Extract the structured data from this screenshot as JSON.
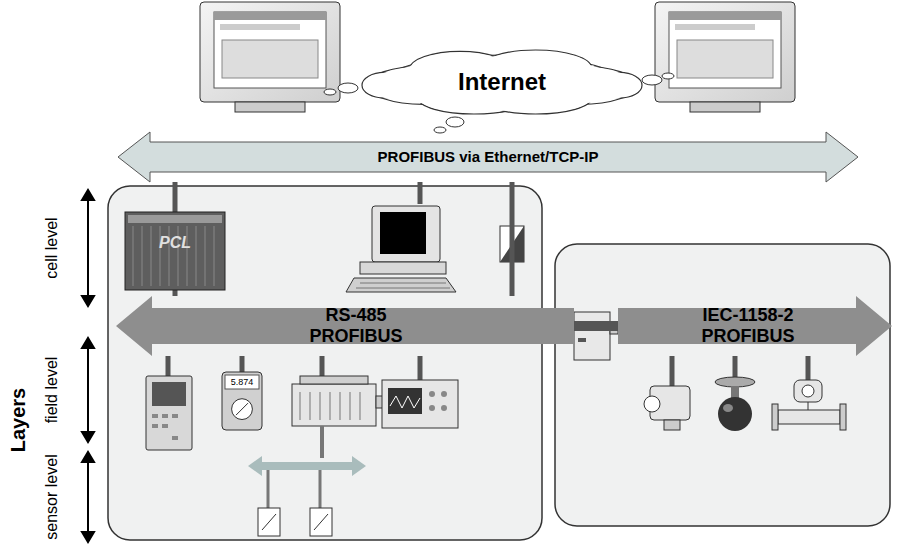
{
  "diagram": {
    "nodes": [
      {
        "text": [
          "Internet"
        ]
      },
      {
        "text": [
          "PROFIBUS via Ethernet/TCP-IP"
        ]
      },
      {
        "text": [
          "RS-485 PROFIBUS"
        ]
      },
      {
        "text": [
          "IEC-1158-2 PROFIBUS"
        ]
      },
      {
        "text": [
          "PCL"
        ]
      },
      {
        "text": [
          "5.874"
        ]
      }
    ],
    "edges": [
      {
        "from": 1,
        "to": 4,
        "arrow": "none"
      },
      {
        "from": 4,
        "to": 2,
        "arrow": "none"
      },
      {
        "from": 2,
        "to": 5,
        "arrow": "none"
      },
      {
        "from": 1,
        "to": 2,
        "arrow": "none"
      },
      {
        "from": 2,
        "to": 3,
        "arrow": "none"
      }
    ],
    "labels": [
      "Layers",
      "cell level",
      "field level",
      "sensor level"
    ]
  }
}
